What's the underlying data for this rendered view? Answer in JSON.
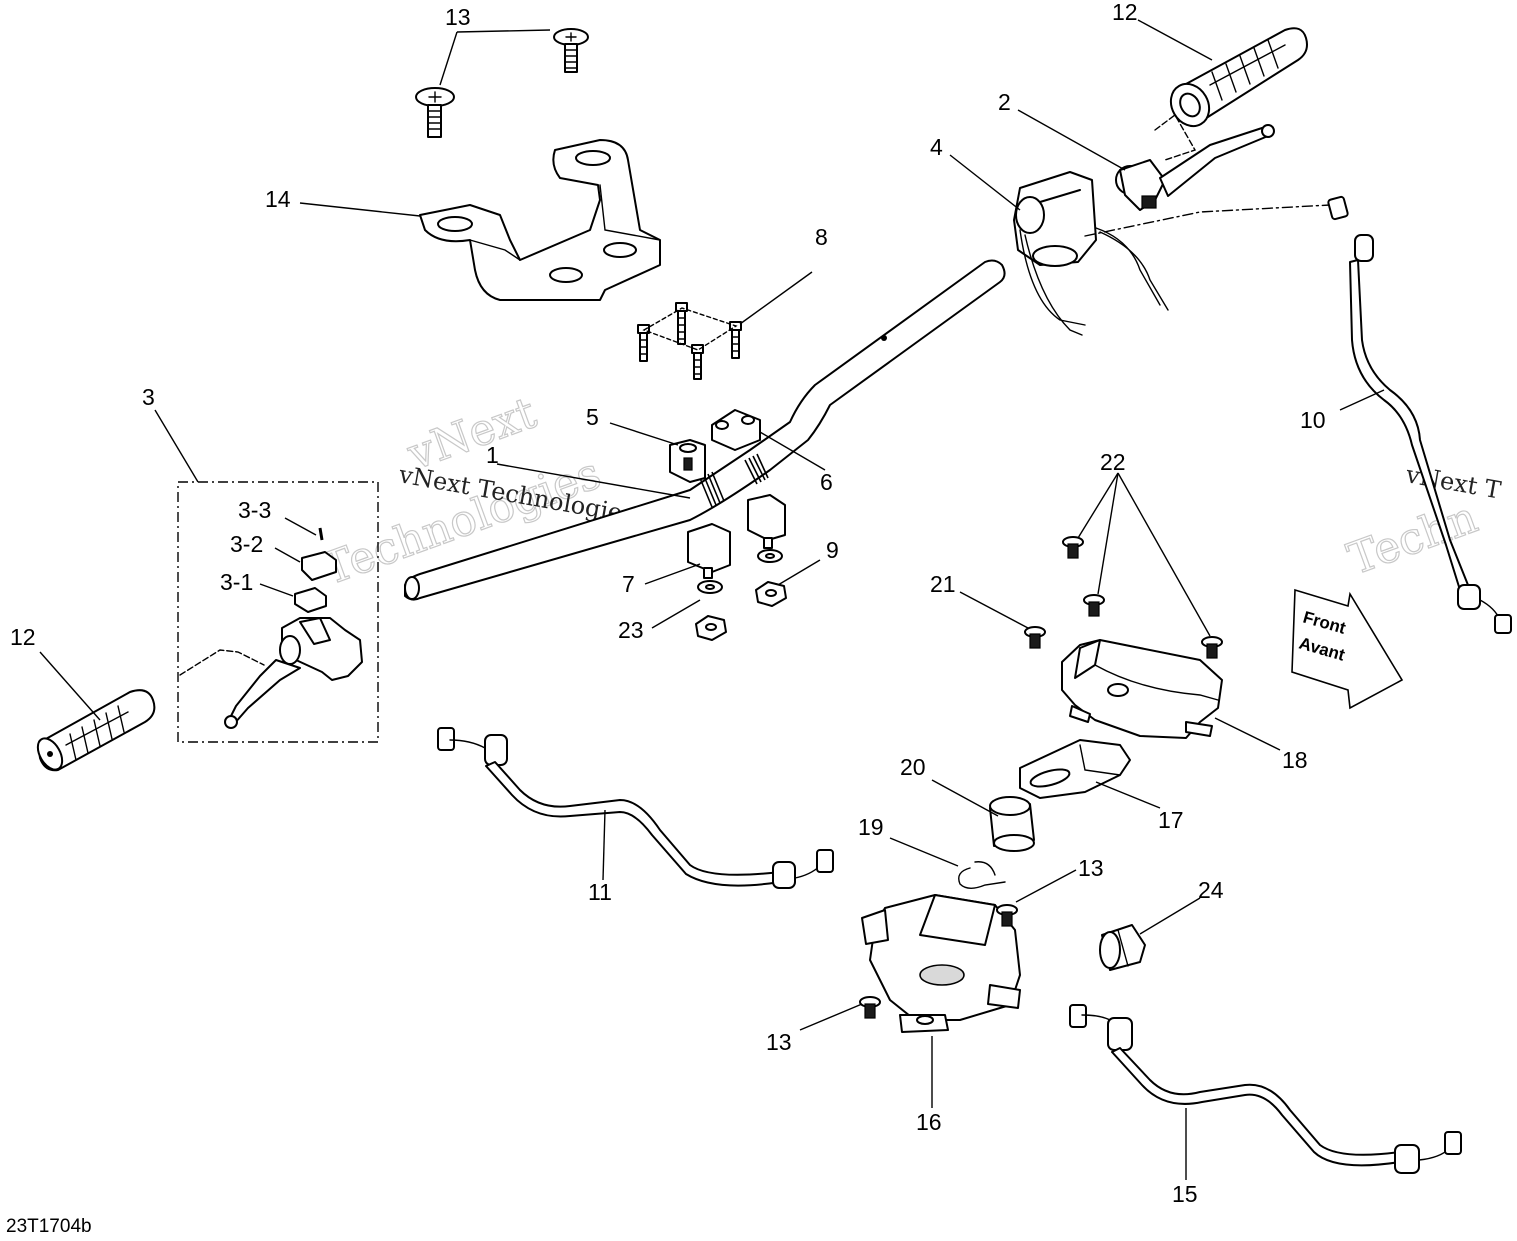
{
  "watermark": {
    "line1": "vNext",
    "line2": "Technologies",
    "inline": "vNext Technologies",
    "right_inline": "vNext T",
    "right_line2": "Techn"
  },
  "direction_arrow": {
    "line1": "Front",
    "line2": "Avant"
  },
  "figure_ref": "23T1704b",
  "callouts": {
    "c1": "1",
    "c2": "2",
    "c3": "3",
    "c3_1": "3-1",
    "c3_2": "3-2",
    "c3_3": "3-3",
    "c4": "4",
    "c5": "5",
    "c6": "6",
    "c7": "7",
    "c8": "8",
    "c9": "9",
    "c10": "10",
    "c11": "11",
    "c12_top": "12",
    "c12_left": "12",
    "c13_top": "13",
    "c13_mid": "13",
    "c13_bottom": "13",
    "c14": "14",
    "c15": "15",
    "c16": "16",
    "c17": "17",
    "c18": "18",
    "c19": "19",
    "c20": "20",
    "c21": "21",
    "c22": "22",
    "c23": "23",
    "c24": "24"
  },
  "colors": {
    "line": "#000000",
    "watermark": "#c8c8c8",
    "background": "#ffffff"
  }
}
